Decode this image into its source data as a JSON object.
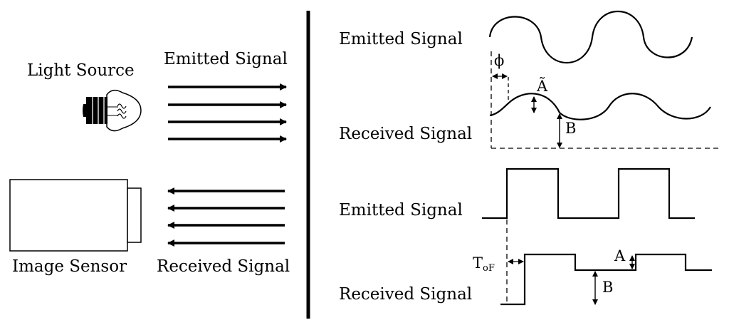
{
  "left_panel": {
    "light_source_label": "Light Source",
    "emitted_label": "Emitted Signal",
    "image_sensor_label": "Image Sensor",
    "received_label": "Received Signal"
  },
  "continuous_wave": {
    "emitted_label": "Emitted Signal",
    "received_label": "Received Signal",
    "phase_symbol": "ϕ",
    "amplitude_label": "Ã",
    "offset_label": "B"
  },
  "pulsed_wave": {
    "emitted_label": "Emitted Signal",
    "received_label": "Received Signal",
    "tof_main": "T",
    "tof_sub": "oF",
    "amplitude_label": "A",
    "offset_label": "B"
  }
}
